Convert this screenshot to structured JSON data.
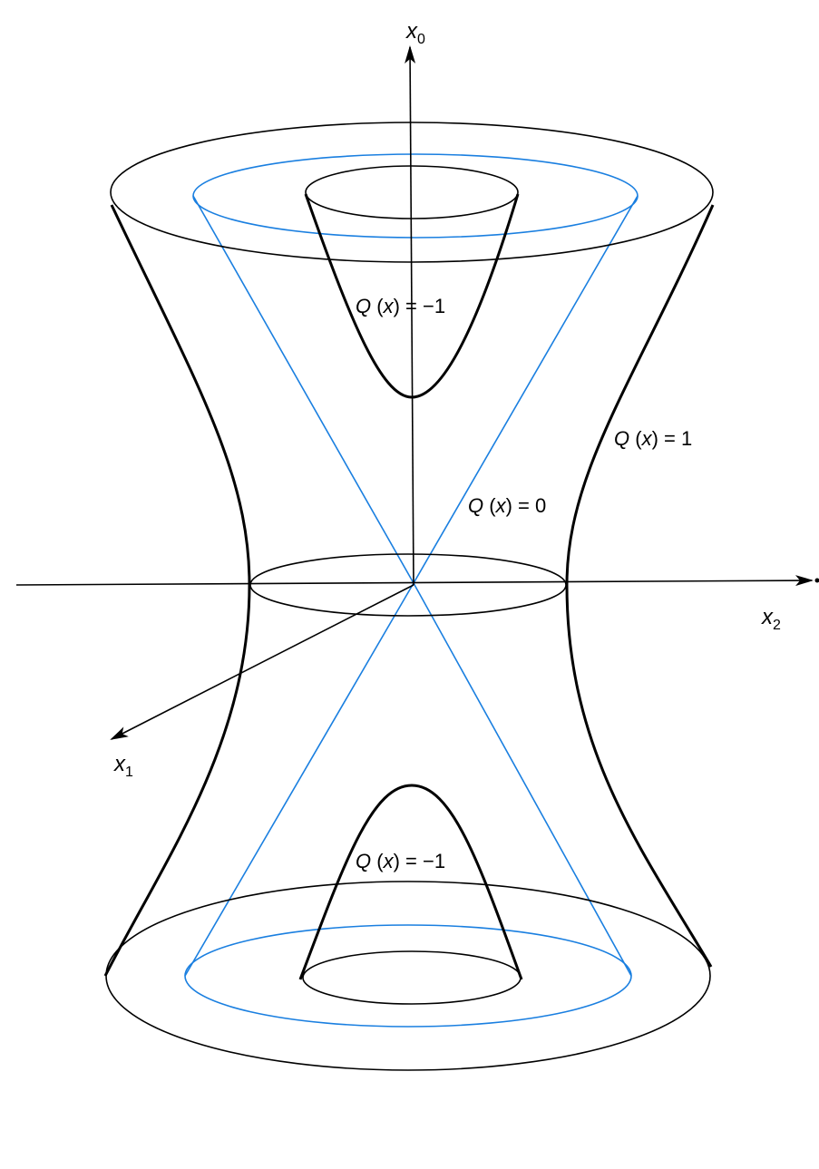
{
  "axes": {
    "x0": {
      "base": "x",
      "subscript": "0"
    },
    "x1": {
      "base": "x",
      "subscript": "1"
    },
    "x2": {
      "base": "x",
      "subscript": "2"
    }
  },
  "surfaces": {
    "hyperboloid_two_sheets_upper": {
      "q": "Q",
      "open": " (",
      "var": "x",
      "close": ")",
      "eq": " = ",
      "value": "−1"
    },
    "hyperboloid_two_sheets_lower": {
      "q": "Q",
      "open": " (",
      "var": "x",
      "close": ")",
      "eq": " = ",
      "value": "−1"
    },
    "hyperboloid_one_sheet": {
      "q": "Q",
      "open": " (",
      "var": "x",
      "close": ")",
      "eq": " = ",
      "value": "1"
    },
    "light_cone": {
      "q": "Q",
      "open": " (",
      "var": "x",
      "close": ")",
      "eq": " = ",
      "value": "0"
    }
  },
  "colors": {
    "curves": "#000000",
    "cone": "#1a7fe0",
    "background": "#ffffff"
  }
}
